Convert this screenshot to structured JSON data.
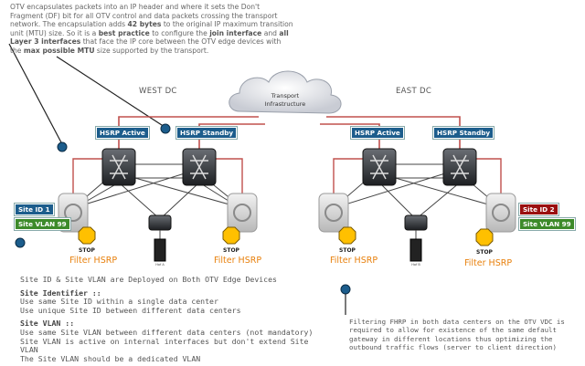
{
  "callout": {
    "line1": "OTV encapsulates packets into an IP header and where it sets the Don't",
    "line2": "Fragment (DF) bit for all OTV control and data packets crossing the transport",
    "line3": "network. The encapsulation adds ",
    "line3_bold": "42 bytes",
    "line3_end": " to the original IP maximum transition",
    "line4": "unit (MTU) size. So it is a ",
    "line4_bold1": "best practice",
    "line4_mid": " to configure the ",
    "line4_bold2": "join interface",
    "line4_mid2": " and ",
    "line4_bold3": "all",
    "line5_bold": "Layer 3 interfaces",
    "line5": " that face the IP core between the OTV edge devices with",
    "line6": "the ",
    "line6_bold": "max possible MTU",
    "line6_end": " size supported by the transport."
  },
  "cloud": {
    "line1": "Transport",
    "line2": "Infrastructure"
  },
  "west": {
    "title": "WEST DC",
    "hsrp_active": "HSRP Active",
    "hsrp_standby": "HSRP Standby",
    "site_id": "Site ID 1",
    "site_vlan": "Site VLAN 99",
    "filter_left": "Filter HSRP",
    "filter_right": "Filter HSRP",
    "server_label": "Hof A"
  },
  "east": {
    "title": "EAST DC",
    "hsrp_active": "HSRP Active",
    "hsrp_standby": "HSRP Standby",
    "site_id": "Site ID 2",
    "site_vlan": "Site VLAN 99",
    "filter_left": "Filter HSRP",
    "filter_right": "Filter HSRP",
    "server_label": "Hof B"
  },
  "stop_label": "STOP",
  "site_text": {
    "intro": "Site ID & Site VLAN are Deployed on Both OTV Edge Devices",
    "sid_head": "Site Identifier ::",
    "sid_1": "Use same Site ID within a single data center",
    "sid_2": "Use unique Site ID between different data centers",
    "svlan_head": "Site VLAN ::",
    "svlan_1": "Use same Site VLAN between different data centers (not mandatory)",
    "svlan_2": "Site VLAN is active on internal interfaces but don't extend Site VLAN",
    "svlan_3": "The Site VLAN should be a dedicated VLAN"
  },
  "fhrp_text": {
    "l1": "Filtering FHRP in both data centers on the OTV VDC is",
    "l2": "required to allow for existence of the same default",
    "l3": "gateway in different locations thus optimizing the",
    "l4": "outbound traffic flows (server to client direction)"
  },
  "colors": {
    "link_red": "#c0504d",
    "link_dark": "#4a4a4a",
    "dot": "#1c5d8c",
    "tag_blue": "#1c5d8c",
    "tag_green": "#3d8a2a",
    "tag_red": "#9a1010",
    "filter_orange": "#e8800c"
  }
}
